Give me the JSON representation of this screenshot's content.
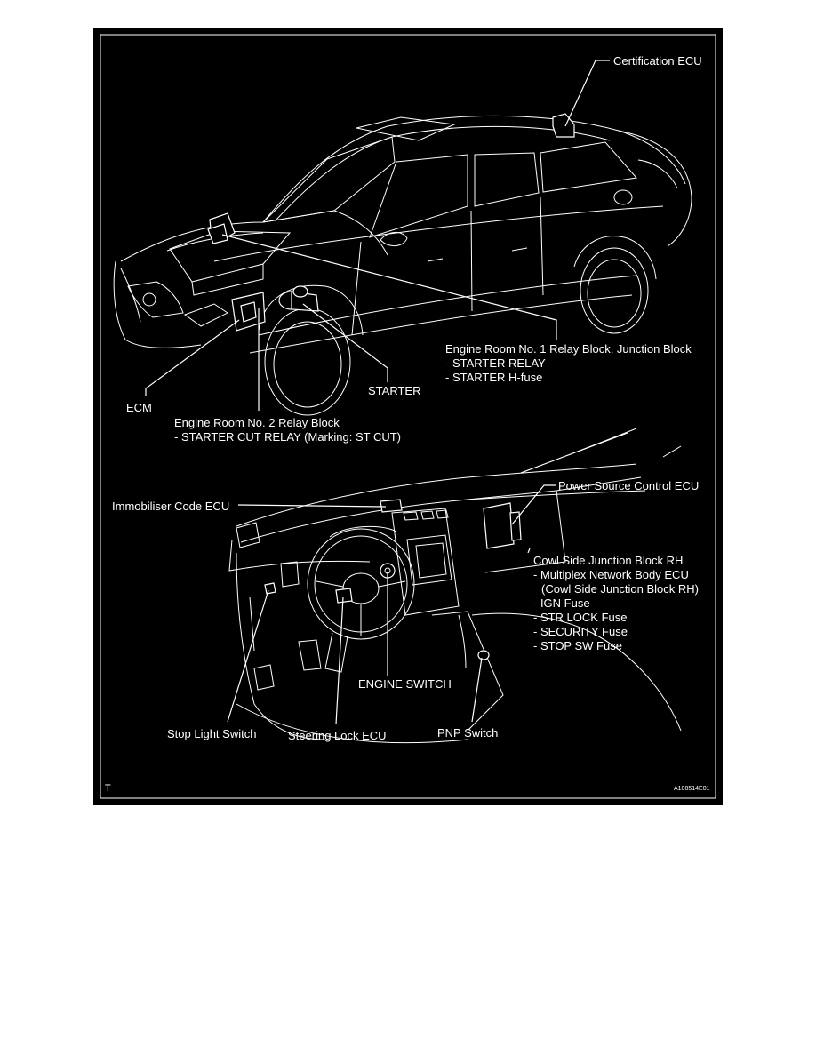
{
  "figure": {
    "corner_mark": "T",
    "figure_code": "A108514E01",
    "upper_callouts": {
      "certification_ecu": "Certification ECU",
      "engine_room_1": {
        "title": "Engine Room No. 1 Relay Block, Junction Block",
        "items": [
          "- STARTER RELAY",
          "- STARTER H-fuse"
        ]
      },
      "starter": "STARTER",
      "ecm": "ECM",
      "engine_room_2": {
        "title": "Engine Room No. 2 Relay Block",
        "items": [
          "- STARTER CUT RELAY (Marking: ST CUT)"
        ]
      }
    },
    "lower_callouts": {
      "immobiliser_code_ecu": "Immobiliser Code ECU",
      "power_source_control_ecu": "Power Source Control ECU",
      "cowl_side_junction_block": {
        "title": "Cowl Side Junction Block RH",
        "items": [
          "- Multiplex Network Body ECU",
          "(Cowl Side Junction Block RH)",
          "- IGN Fuse",
          "- STR LOCK Fuse",
          "- SECURITY Fuse",
          "- STOP SW Fuse"
        ]
      },
      "engine_switch": "ENGINE SWITCH",
      "stop_light_switch": "Stop Light Switch",
      "steering_lock_ecu": "Steering Lock ECU",
      "pnp_switch": "PNP Switch"
    }
  }
}
